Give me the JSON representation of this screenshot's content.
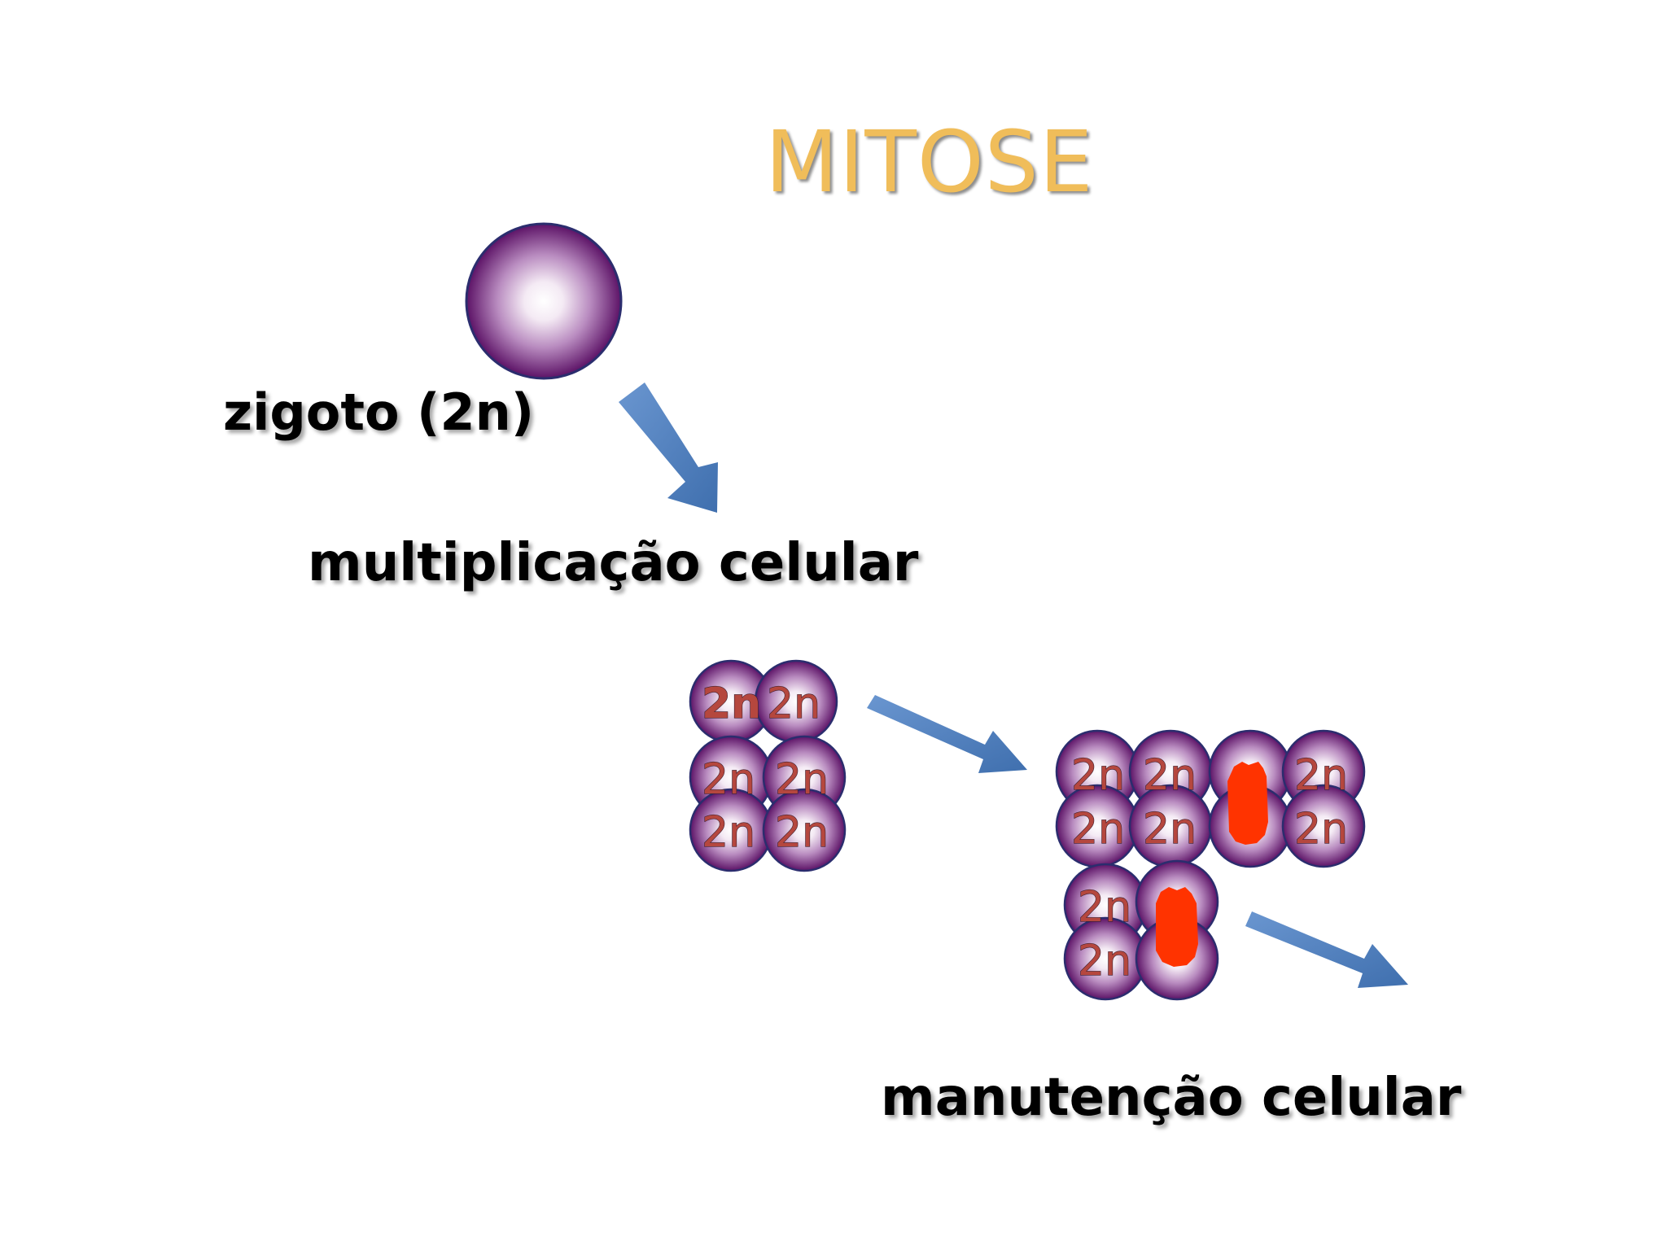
{
  "title": "MITOSE",
  "labels": {
    "zygote": "zigoto (2n)",
    "multiplication": "multiplicação celular",
    "maintenance": "manutenção celular"
  },
  "cell_label": "2n",
  "colors": {
    "title": "#f0bd5a",
    "cell_rim": "#6e1a78",
    "cell_center": "#ffffff",
    "cell_text": "#b5473e",
    "arrow": "#4f81bd",
    "damaged_cell": "#ff3300"
  }
}
